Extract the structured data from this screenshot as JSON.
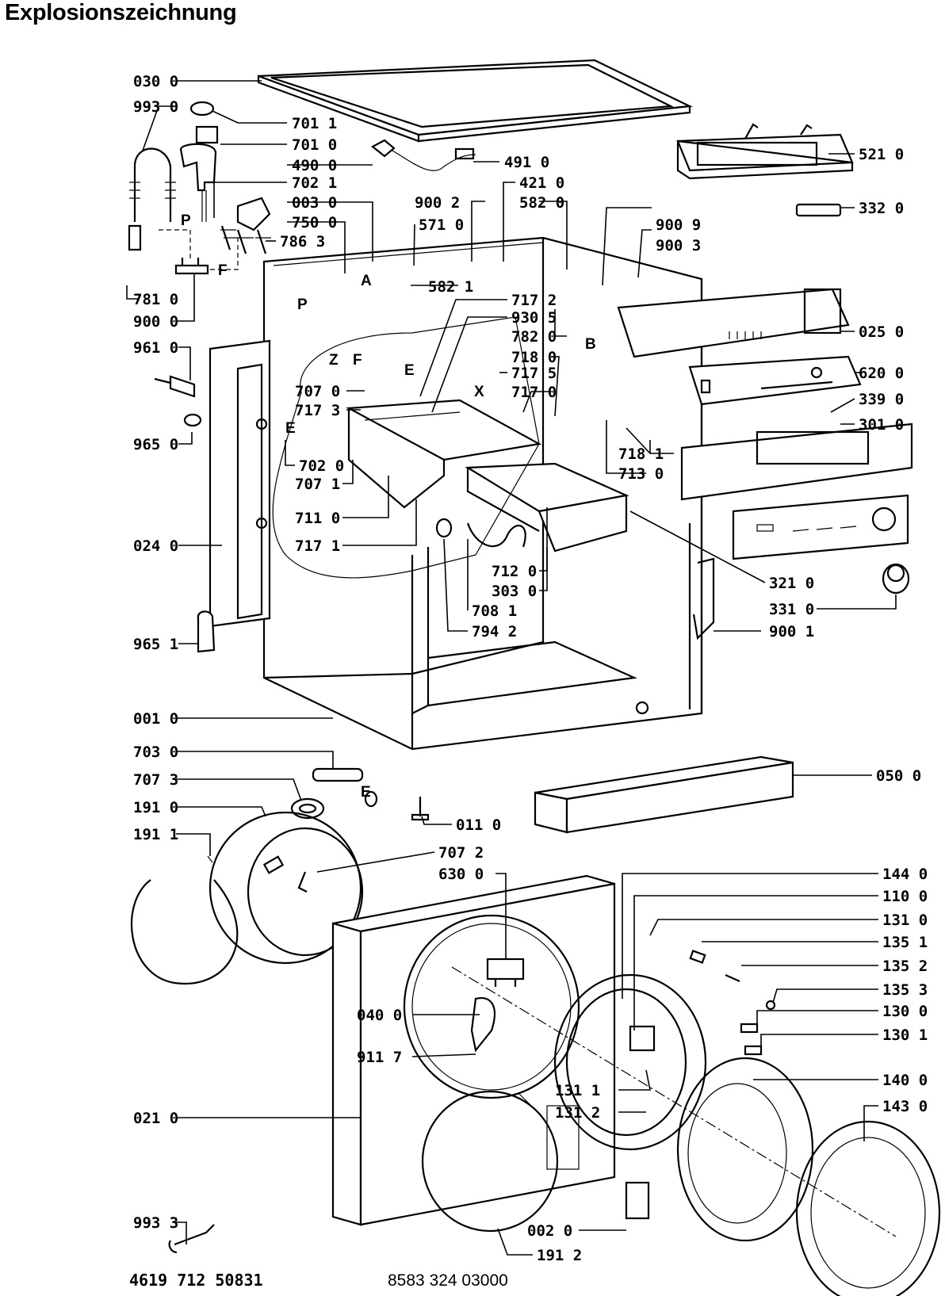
{
  "title": "Explosionszeichnung",
  "footer": {
    "left": "4619 712 50831",
    "right": "8583 324 03000"
  },
  "labels": [
    {
      "id": "030-0",
      "text": "030 0"
    },
    {
      "id": "993-0",
      "text": "993 0"
    },
    {
      "id": "701-1",
      "text": "701 1"
    },
    {
      "id": "701-0",
      "text": "701 0"
    },
    {
      "id": "490-0",
      "text": "490 0"
    },
    {
      "id": "491-0",
      "text": "491 0"
    },
    {
      "id": "702-1",
      "text": "702 1"
    },
    {
      "id": "421-0",
      "text": "421 0"
    },
    {
      "id": "521-0",
      "text": "521 0"
    },
    {
      "id": "003-0",
      "text": "003 0"
    },
    {
      "id": "900-2",
      "text": "900 2"
    },
    {
      "id": "582-0",
      "text": "582 0"
    },
    {
      "id": "750-0",
      "text": "750 0"
    },
    {
      "id": "571-0",
      "text": "571 0"
    },
    {
      "id": "332-0",
      "text": "332 0"
    },
    {
      "id": "786-3",
      "text": "786 3"
    },
    {
      "id": "900-9",
      "text": "900 9"
    },
    {
      "id": "900-3",
      "text": "900 3"
    },
    {
      "id": "582-1",
      "text": "582 1"
    },
    {
      "id": "781-0",
      "text": "781 0"
    },
    {
      "id": "900-0",
      "text": "900 0"
    },
    {
      "id": "717-2",
      "text": "717 2"
    },
    {
      "id": "930-5",
      "text": "930 5"
    },
    {
      "id": "025-0",
      "text": "025 0"
    },
    {
      "id": "782-0",
      "text": "782 0"
    },
    {
      "id": "961-0",
      "text": "961 0"
    },
    {
      "id": "718-0",
      "text": "718 0"
    },
    {
      "id": "717-5",
      "text": "717 5"
    },
    {
      "id": "620-0",
      "text": "620 0"
    },
    {
      "id": "717-0",
      "text": "717 0"
    },
    {
      "id": "707-0",
      "text": "707 0"
    },
    {
      "id": "339-0",
      "text": "339 0"
    },
    {
      "id": "717-3",
      "text": "717 3"
    },
    {
      "id": "301-0",
      "text": "301 0"
    },
    {
      "id": "965-0",
      "text": "965 0"
    },
    {
      "id": "718-1",
      "text": "718 1"
    },
    {
      "id": "702-0",
      "text": "702 0"
    },
    {
      "id": "713-0",
      "text": "713 0"
    },
    {
      "id": "707-1",
      "text": "707 1"
    },
    {
      "id": "711-0",
      "text": "711 0"
    },
    {
      "id": "024-0",
      "text": "024 0"
    },
    {
      "id": "717-1",
      "text": "717 1"
    },
    {
      "id": "712-0",
      "text": "712 0"
    },
    {
      "id": "303-0",
      "text": "303 0"
    },
    {
      "id": "321-0",
      "text": "321 0"
    },
    {
      "id": "331-0",
      "text": "331 0"
    },
    {
      "id": "708-1",
      "text": "708 1"
    },
    {
      "id": "965-1",
      "text": "965 1"
    },
    {
      "id": "794-2",
      "text": "794 2"
    },
    {
      "id": "900-1",
      "text": "900 1"
    },
    {
      "id": "001-0",
      "text": "001 0"
    },
    {
      "id": "703-0",
      "text": "703 0"
    },
    {
      "id": "050-0",
      "text": "050 0"
    },
    {
      "id": "707-3",
      "text": "707 3"
    },
    {
      "id": "191-0",
      "text": "191 0"
    },
    {
      "id": "011-0",
      "text": "011 0"
    },
    {
      "id": "191-1",
      "text": "191 1"
    },
    {
      "id": "707-2",
      "text": "707 2"
    },
    {
      "id": "630-0",
      "text": "630 0"
    },
    {
      "id": "144-0",
      "text": "144 0"
    },
    {
      "id": "110-0",
      "text": "110 0"
    },
    {
      "id": "131-0",
      "text": "131 0"
    },
    {
      "id": "135-1",
      "text": "135 1"
    },
    {
      "id": "135-2",
      "text": "135 2"
    },
    {
      "id": "135-3",
      "text": "135 3"
    },
    {
      "id": "040-0",
      "text": "040 0"
    },
    {
      "id": "130-0",
      "text": "130 0"
    },
    {
      "id": "130-1",
      "text": "130 1"
    },
    {
      "id": "911-7",
      "text": "911 7"
    },
    {
      "id": "140-0",
      "text": "140 0"
    },
    {
      "id": "131-1",
      "text": "131 1"
    },
    {
      "id": "131-2",
      "text": "131 2"
    },
    {
      "id": "021-0",
      "text": "021 0"
    },
    {
      "id": "143-0",
      "text": "143 0"
    },
    {
      "id": "993-3",
      "text": "993 3"
    },
    {
      "id": "002-0",
      "text": "002 0"
    },
    {
      "id": "191-2",
      "text": "191 2"
    }
  ],
  "letters": [
    {
      "id": "P1",
      "text": "P"
    },
    {
      "id": "F1",
      "text": "F"
    },
    {
      "id": "A",
      "text": "A"
    },
    {
      "id": "P2",
      "text": "P"
    },
    {
      "id": "Z",
      "text": "Z"
    },
    {
      "id": "F2",
      "text": "F"
    },
    {
      "id": "E1",
      "text": "E"
    },
    {
      "id": "B",
      "text": "B"
    },
    {
      "id": "X",
      "text": "X"
    },
    {
      "id": "E2",
      "text": "E"
    },
    {
      "id": "E3",
      "text": "E"
    }
  ]
}
